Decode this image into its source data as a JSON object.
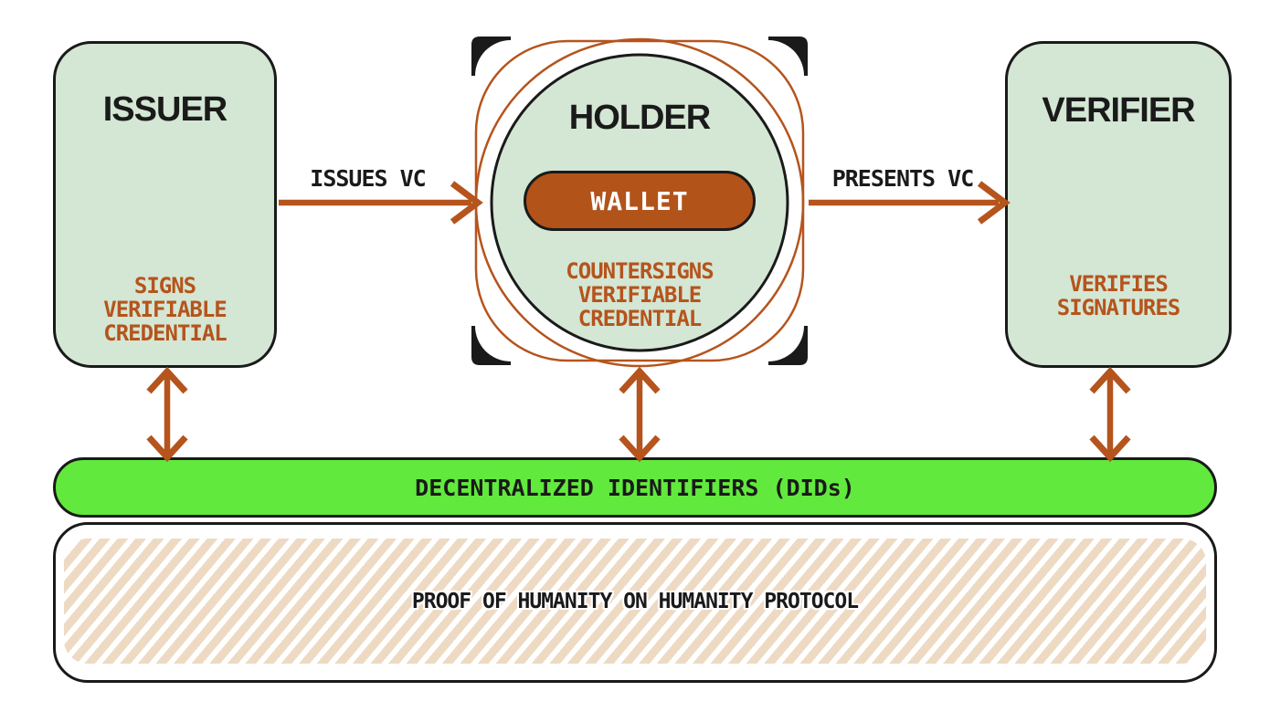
{
  "colors": {
    "box_green": "#d4e6d4",
    "bright_green": "#61e93d",
    "orange": "#b5541c",
    "wallet_orange": "#b2531a",
    "ink": "#1a1a1a",
    "hatch_tan": "#eedac3"
  },
  "issuer": {
    "title": "ISSUER",
    "role": "SIGNS\nVERIFIABLE\nCREDENTIAL"
  },
  "holder": {
    "title": "HOLDER",
    "wallet_label": "WALLET",
    "role": "COUNTERSIGNS\nVERIFIABLE\nCREDENTIAL"
  },
  "verifier": {
    "title": "VERIFIER",
    "role": "VERIFIES\nSIGNATURES"
  },
  "arrows": {
    "issues": "ISSUES VC",
    "presents": "PRESENTS VC"
  },
  "did_bar": {
    "label": "DECENTRALIZED IDENTIFIERS (DIDs)"
  },
  "foundation": {
    "label": "PROOF OF HUMANITY ON HUMANITY PROTOCOL"
  }
}
